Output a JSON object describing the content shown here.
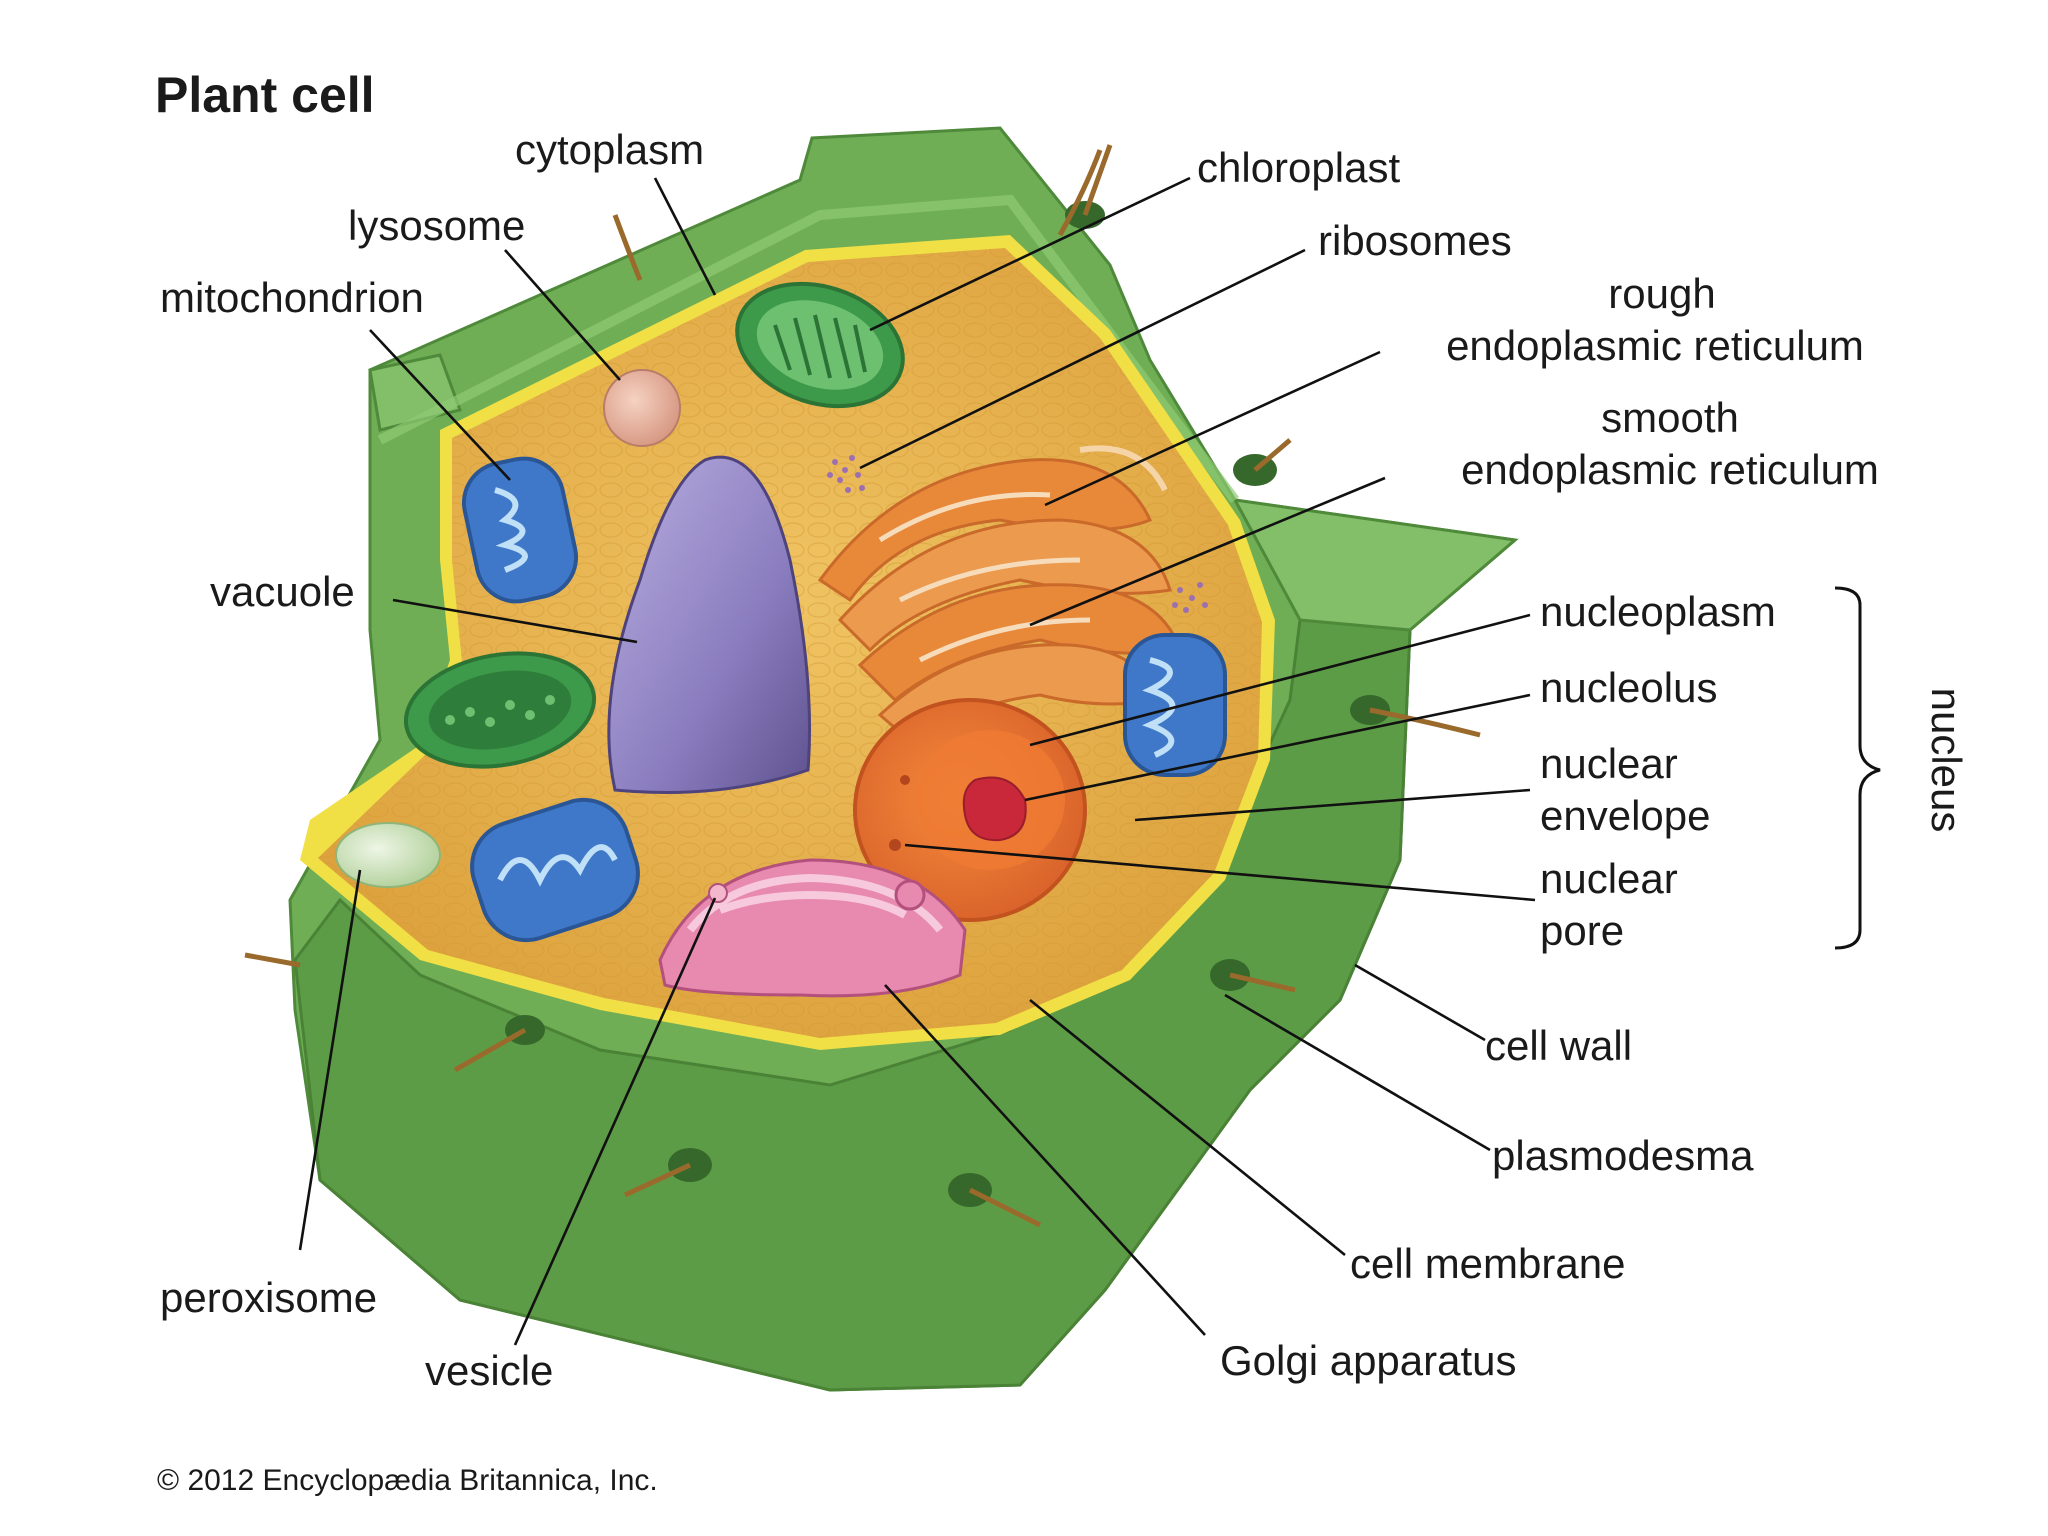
{
  "title": "Plant cell",
  "labels": {
    "cytoplasm": "cytoplasm",
    "lysosome": "lysosome",
    "mitochondrion": "mitochondrion",
    "chloroplast": "chloroplast",
    "ribosomes": "ribosomes",
    "rough_er_1": "rough",
    "rough_er_2": "endoplasmic reticulum",
    "smooth_er_1": "smooth",
    "smooth_er_2": "endoplasmic reticulum",
    "vacuole": "vacuole",
    "nucleoplasm": "nucleoplasm",
    "nucleolus": "nucleolus",
    "nuclear_envelope_1": "nuclear",
    "nuclear_envelope_2": "envelope",
    "nuclear_pore_1": "nuclear",
    "nuclear_pore_2": "pore",
    "nucleus": "nucleus",
    "cell_wall": "cell wall",
    "plasmodesma": "plasmodesma",
    "cell_membrane": "cell membrane",
    "golgi": "Golgi apparatus",
    "peroxisome": "peroxisome",
    "vesicle": "vesicle"
  },
  "credit": "© 2012 Encyclopædia Britannica, Inc.",
  "colors": {
    "cell_wall": "#6aa84f",
    "cell_wall_dark": "#4e8a3a",
    "cytoplasm": "#e8b24a",
    "membrane": "#f2e04a",
    "vacuole": "#8c7fc0",
    "mitochondrion": "#3f78c8",
    "chloroplast": "#3d9a4a",
    "nucleus": "#e9772f",
    "golgi": "#e47aa5",
    "er": "#e58a35"
  }
}
